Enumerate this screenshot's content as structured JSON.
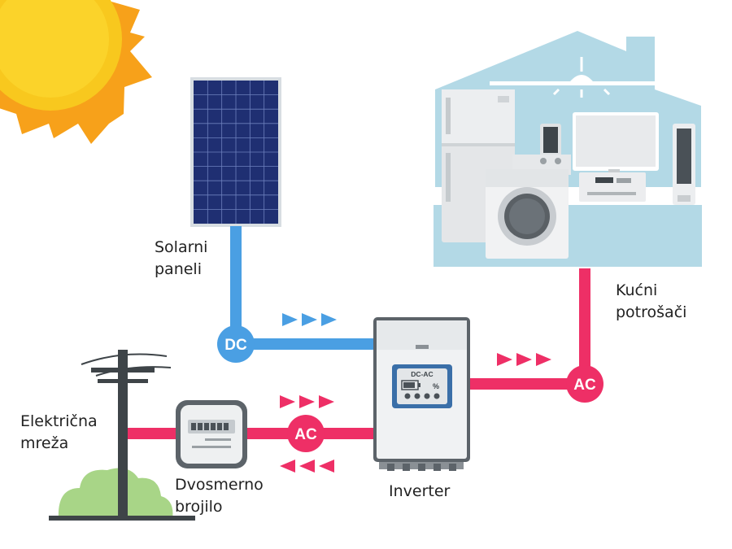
{
  "labels": {
    "solar_line1": "Solarni",
    "solar_line2": "paneli",
    "consumers_line1": "Kućni",
    "consumers_line2": "potrošači",
    "grid_line1": "Električna",
    "grid_line2": "mreža",
    "meter_line1": "Dvosmerno",
    "meter_line2": "brojilo",
    "inverter": "Inverter"
  },
  "nodes": {
    "dc": "DC",
    "ac_meter": "AC",
    "ac_house": "AC"
  },
  "inverter_display": {
    "title": "DC-AC",
    "percent": "%"
  },
  "colors": {
    "dc_line": "#4a9fe3",
    "ac_line": "#ee2f66",
    "sun": "#f8c81e",
    "sun_rays": "#f7a11a",
    "house": "#b3d9e6",
    "tree": "#a8d587",
    "pole": "#3e4448"
  }
}
